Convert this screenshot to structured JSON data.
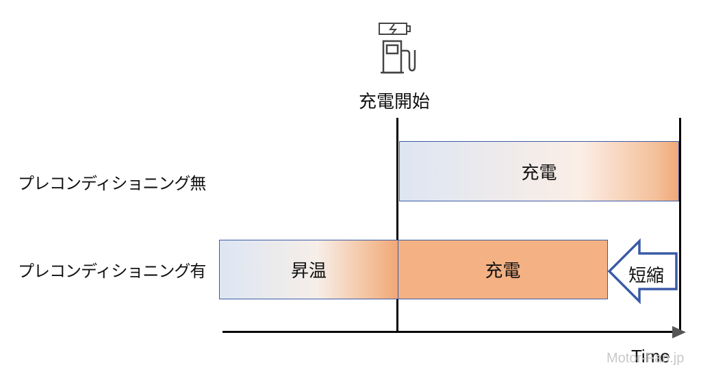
{
  "diagram": {
    "start_label": "充電開始",
    "row_without": {
      "label": "プレコンディショニング無",
      "charge_label": "充電"
    },
    "row_with": {
      "label": "プレコンディショニング有",
      "heat_label": "昇温",
      "charge_label": "充電"
    },
    "shorten_label": "短縮",
    "time_label": "Time",
    "watermark": "Motor-Fan.jp",
    "colors": {
      "outline": "#3b5aa6",
      "charge_fill": "#f4b183",
      "gradient_light": "#dde6f3"
    },
    "icons": [
      "battery-charging-icon",
      "charging-station-icon"
    ]
  }
}
